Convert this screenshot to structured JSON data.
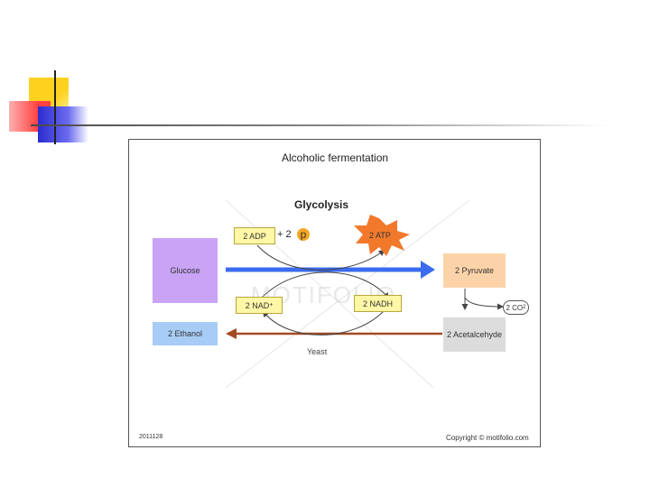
{
  "slide": {
    "colors": {
      "yellow": "#ffd21f",
      "red": "#ff4040",
      "blue": "#3a3ad8",
      "line": "#555555"
    }
  },
  "diagram": {
    "title": "Alcoholic fermentation",
    "subtitle": "Glycolysis",
    "glucose": "Glucose",
    "pyruvate": "2 Pyruvate",
    "ethanol": "2 Ethanol",
    "acetaldehyde": "2 Acetalcehyde",
    "adp": "2 ADP",
    "plus_2": "+ 2",
    "p": "p",
    "atp": "2 ATP",
    "nad": "2 NAD",
    "nad_superscript": "+",
    "nadh": "2 NADH",
    "co2": "2 CO",
    "co2_subscript": "2",
    "yeast": "Yeast",
    "watermark": "MOTIFOLIO",
    "date": "2011128",
    "copyright": "Copyright © motifolio.com",
    "colors": {
      "glucose_box": "#c9a3f5",
      "pyruvate_box": "#fcd3a8",
      "ethanol_box": "#a7ccf5",
      "acetaldehyde_box": "#dcdcdc",
      "blue_arrow": "#3b6cf0",
      "brown_arrow": "#a34a20",
      "atp_burst": "#f2792b",
      "p_circle": "#f5a623"
    }
  }
}
